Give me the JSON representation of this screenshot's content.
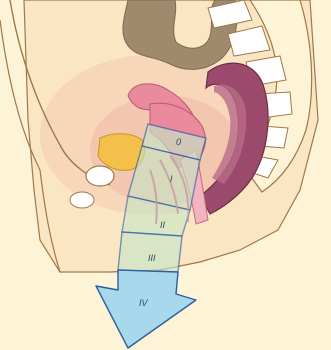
{
  "stages": {
    "zero": "0",
    "one": "I",
    "two": "II",
    "three": "III",
    "four": "IV"
  },
  "colors": {
    "background": "#fdf3d6",
    "body_outline": "#a0784a",
    "pelvic_floor": "#f8d9b4",
    "bowel": "#a08a6e",
    "uterus": "#e98a9d",
    "rectum": "#9b4a6b",
    "vertebra": "#ffffff",
    "prolapse_band": "#c6e6c7",
    "arrow_fill": "#a8d8ec",
    "arrow_stroke": "#2e5ea2",
    "ovary": "#f3c04a"
  }
}
